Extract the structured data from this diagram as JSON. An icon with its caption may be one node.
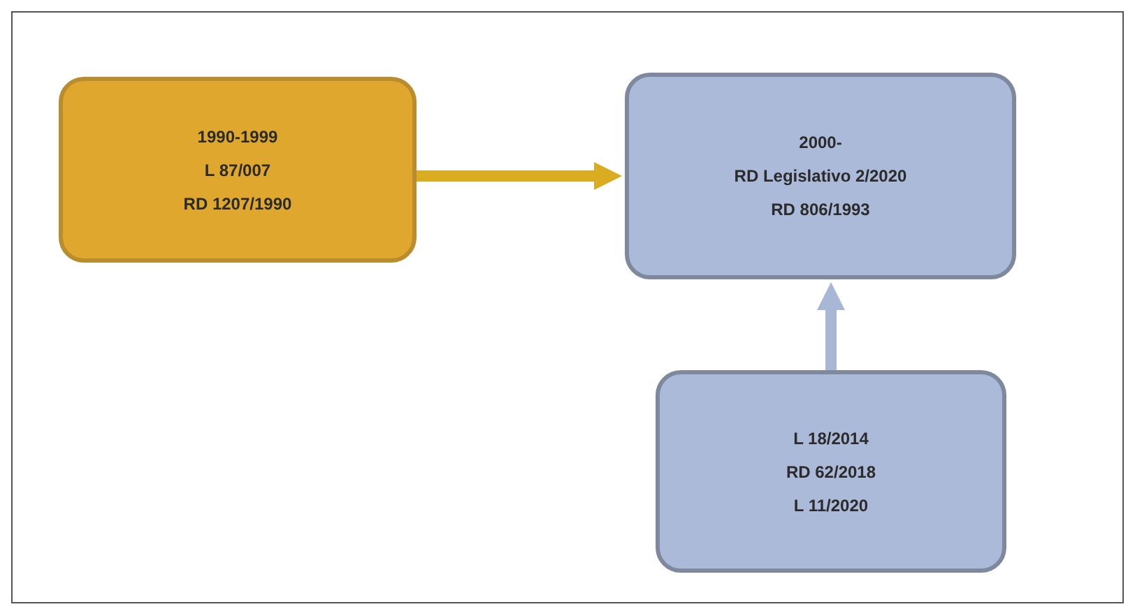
{
  "diagram": {
    "nodes": [
      {
        "text": [
          "1990-1999",
          "L 87/007",
          "RD 1207/1990"
        ]
      },
      {
        "text": [
          "2000-",
          "RD Legislativo 2/2020",
          "RD 806/1993"
        ]
      },
      {
        "text": [
          "L 18/2014",
          "RD 62/2018",
          "L 11/2020"
        ]
      }
    ],
    "edges": [
      {
        "from": 0,
        "to": 1,
        "arrow": "to",
        "color": "#d9ac22"
      },
      {
        "from": 2,
        "to": 1,
        "arrow": "to",
        "color": "#a9b7d6"
      }
    ]
  }
}
